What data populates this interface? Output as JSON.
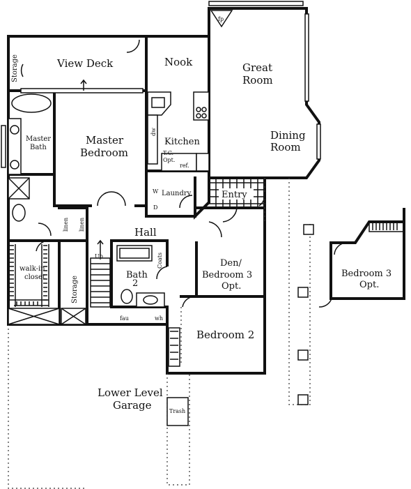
{
  "rooms": {
    "view_deck": "View Deck",
    "nook": "Nook",
    "great_room": [
      "Great",
      "Room"
    ],
    "dining_room": [
      "Dining",
      "Room"
    ],
    "kitchen": "Kitchen",
    "master_bedroom": [
      "Master",
      "Bedroom"
    ],
    "master_bath": [
      "Master",
      "Bath"
    ],
    "laundry": "Laundry",
    "entry": "Entry",
    "hall": "Hall",
    "den": [
      "Den/",
      "Bedroom 3",
      "Opt."
    ],
    "bedroom3_opt": [
      "Bedroom 3",
      "Opt."
    ],
    "bath2": [
      "Bath",
      "2"
    ],
    "bedroom2": "Bedroom 2",
    "garage": [
      "Lower Level",
      "Garage"
    ],
    "walkin_closet": [
      "walk-in",
      "closet"
    ],
    "storage_left": "Storage",
    "storage_top": "Storage"
  },
  "fixtures": {
    "fp": "fp",
    "dw": "dw",
    "tc_opt": [
      "T.C.",
      "Opt."
    ],
    "ref": "ref.",
    "washer": "W",
    "dryer": "D",
    "linen": "linen",
    "coats": "Coats",
    "up": "Up",
    "fau": "fau",
    "wh": "wh",
    "trash": "Trash"
  }
}
